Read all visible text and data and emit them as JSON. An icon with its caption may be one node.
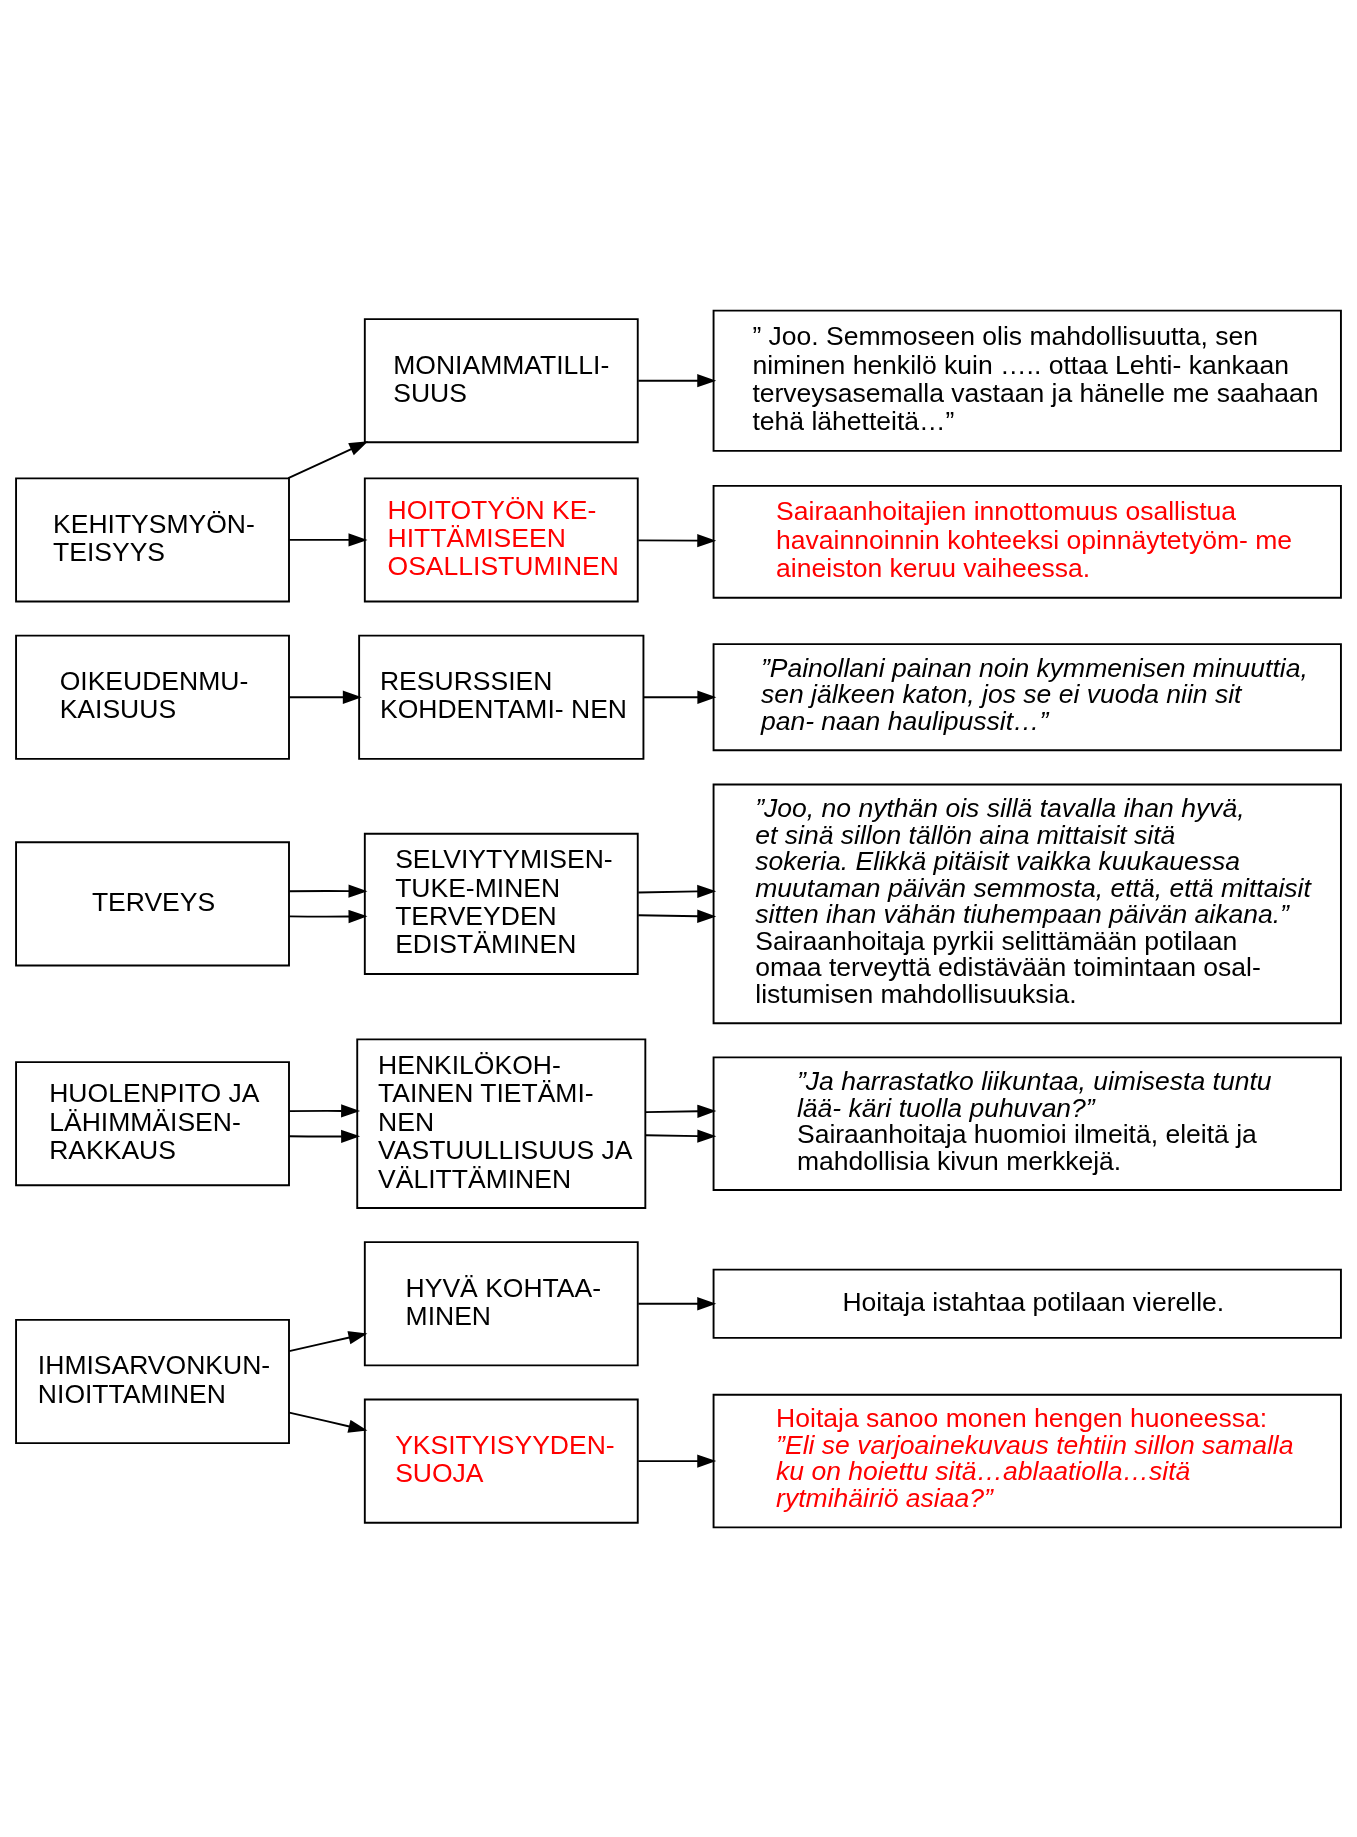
{
  "diagram": {
    "nodes": [
      {
        "text": [
          "IHMISARVONKUN- NIOITTAMINEN"
        ]
      },
      {
        "text": [
          "HYVÄ KOHTAA- MINEN"
        ]
      },
      {
        "text": [
          "YKSITYISYYDEN- SUOJA"
        ]
      },
      {
        "text": [
          "Hoitaja istahtaa potilaan vierelle."
        ]
      },
      {
        "text": [
          "Hoitaja sanoo monen hengen huoneessa:",
          "”Eli se varjoainekuvaus tehtiin sillon samalla ku on hoiettu sitä…ablaatiolla…sitä rytmihäiriö asiaa?”"
        ]
      },
      {
        "text": [
          "HUOLENPITO JA LÄHIMMÄISEN- RAKKAUS"
        ]
      },
      {
        "text": [
          "HENKILÖKOH- TAINEN TIETÄMI- NEN",
          "VASTUULLISUUS JA VÄLITTÄMINEN"
        ]
      },
      {
        "text": [
          "”Ja harrastatko liikuntaa, uimisesta tuntu lää- käri tuolla puhuvan?”",
          "Sairaanhoitaja huomioi ilmeitä, eleitä ja mahdollisia kivun merkkejä."
        ]
      },
      {
        "text": [
          "TERVEYS"
        ]
      },
      {
        "text": [
          "SELVIYTYMISEN- TUKE-MINEN",
          "TERVEYDEN EDISTÄMINEN"
        ]
      },
      {
        "text": [
          "”Joo, no nythän ois sillä tavalla ihan hyvä, et sinä sillon tällön aina mittaisit sitä sokeria. Elikkä pitäisit vaikka kuukauessa muutaman päivän semmosta, että, että mittaisit sitten ihan vähän tiuhempaan päivän aikana.”",
          "Sairaanhoitaja pyrkii selittämään potilaan omaa terveyttä edistävään toimintaan osal- listumisen mahdollisuuksia."
        ]
      },
      {
        "text": [
          "OIKEUDENMU- KAISUUS"
        ]
      },
      {
        "text": [
          "RESURSSIEN KOHDENTAMI- NEN"
        ]
      },
      {
        "text": [
          "”Painollani painan noin kymmenisen minuuttia, sen jälkeen katon, jos se ei vuoda niin sit pan- naan haulipussit…”"
        ]
      },
      {
        "text": [
          "KEHITYSMYÖN- TEISYYS"
        ]
      },
      {
        "text": [
          "MONIAMMATILLI- SUUS"
        ]
      },
      {
        "text": [
          "HOITOTYÖN KE- HITTÄMISEEN OSALLISTUMINEN"
        ]
      },
      {
        "text": [
          "” Joo. Semmoseen olis mahdollisuutta, sen niminen henkilö kuin ….. ottaa Lehti- kankaan terveysasemalla vastaan ja hänelle me saahaan tehä lähetteitä…”"
        ]
      },
      {
        "text": [
          "Sairaanhoitajien innottomuus osallistua havainnoinnin kohteeksi opinnäytetyöm- me aineiston keruu vaiheessa."
        ]
      }
    ],
    "edges": [
      {
        "from": 0,
        "to": 1,
        "arrow": "to"
      },
      {
        "from": 0,
        "to": 2,
        "arrow": "to"
      },
      {
        "from": 1,
        "to": 3,
        "arrow": "to"
      },
      {
        "from": 2,
        "to": 4,
        "arrow": "to"
      },
      {
        "from": 5,
        "to": 6,
        "arrow": "to"
      },
      {
        "from": 5,
        "to": 6,
        "arrow": "to"
      },
      {
        "from": 6,
        "to": 7,
        "arrow": "to"
      },
      {
        "from": 6,
        "to": 7,
        "arrow": "to"
      },
      {
        "from": 8,
        "to": 9,
        "arrow": "to"
      },
      {
        "from": 8,
        "to": 9,
        "arrow": "to"
      },
      {
        "from": 9,
        "to": 10,
        "arrow": "to"
      },
      {
        "from": 9,
        "to": 10,
        "arrow": "to"
      },
      {
        "from": 11,
        "to": 12,
        "arrow": "to"
      },
      {
        "from": 12,
        "to": 13,
        "arrow": "to"
      },
      {
        "from": 14,
        "to": 15,
        "arrow": "to"
      },
      {
        "from": 14,
        "to": 16,
        "arrow": "to"
      },
      {
        "from": 15,
        "to": 17,
        "arrow": "to"
      },
      {
        "from": 16,
        "to": 18,
        "arrow": "to"
      }
    ]
  }
}
